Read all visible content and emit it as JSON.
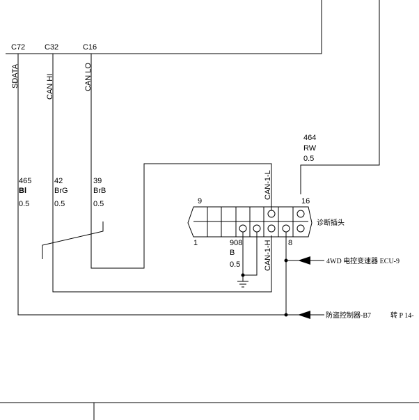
{
  "terminals": {
    "c72": "C72",
    "c32": "C32",
    "c16": "C16"
  },
  "signals": {
    "sdata": "SDATA",
    "can_hi": "CAN HI",
    "can_lo": "CAN LO",
    "can1_l": "CAN-1-L",
    "can1_h": "CAN-1-H"
  },
  "wires": {
    "w465": {
      "num": "465",
      "color": "Bl",
      "gauge": "0.5"
    },
    "w42": {
      "num": "42",
      "color": "BrG",
      "gauge": "0.5"
    },
    "w39": {
      "num": "39",
      "color": "BrB",
      "gauge": "0.5"
    },
    "w464": {
      "num": "464",
      "color": "RW",
      "gauge": "0.5"
    },
    "w908": {
      "num": "908",
      "color": "B",
      "gauge": "0.5"
    }
  },
  "connector": {
    "label": "诊断插头",
    "pin_9": "9",
    "pin_16": "16",
    "pin_1": "1",
    "pin_8": "8"
  },
  "destinations": {
    "ecu": "4WD 电控变速器 ECU-9",
    "alarm": "防盗控制器-B7",
    "goto": "转 P 14-"
  }
}
